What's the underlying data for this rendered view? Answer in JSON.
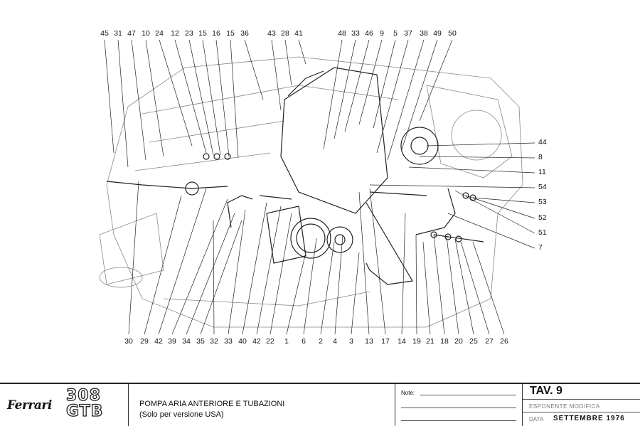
{
  "callouts": {
    "top": [
      "45",
      "31",
      "47",
      "10",
      "24",
      "12",
      "23",
      "15",
      "16",
      "15",
      "36",
      "43",
      "28",
      "41",
      "48",
      "33",
      "46",
      "9",
      "5",
      "37",
      "38",
      "49",
      "50"
    ],
    "right": [
      "44",
      "8",
      "11",
      "54",
      "53",
      "52",
      "51",
      "7"
    ],
    "bottom": [
      "30",
      "29",
      "42",
      "39",
      "34",
      "35",
      "32",
      "33",
      "40",
      "42",
      "22",
      "1",
      "6",
      "2",
      "4",
      "3",
      "13",
      "17",
      "14",
      "19",
      "21",
      "18",
      "20",
      "25",
      "27",
      "26"
    ]
  },
  "title_block": {
    "brand": "Ferrari",
    "model_line1": "308",
    "model_line2": "GTB",
    "title": "POMPA ARIA ANTERIORE E TUBAZIONI",
    "subtitle": "(Solo per versione USA)",
    "note_label": "Note:",
    "table_label": "TAV. 9",
    "revision_label": "ESPONENTE MODIFICA",
    "date_label": "DATA",
    "date_value": "SETTEMBRE 1976"
  }
}
